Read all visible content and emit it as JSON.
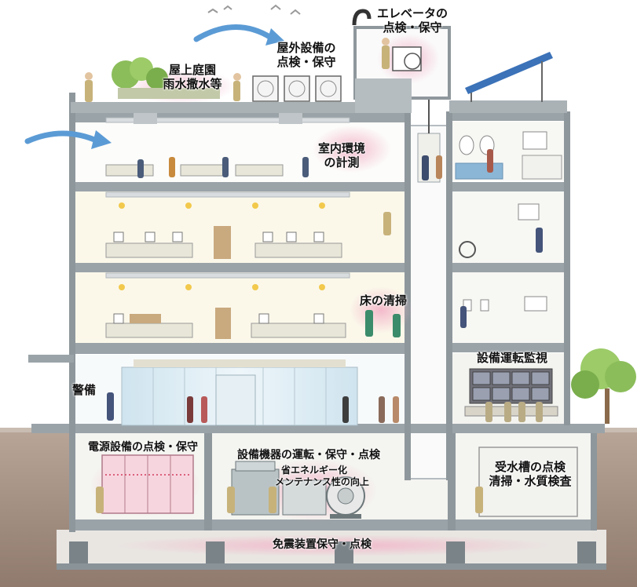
{
  "labels": {
    "elevator": {
      "line1": "エレベータの",
      "line2": "点検・保守"
    },
    "outdoor_equipment": {
      "line1": "屋外設備の",
      "line2": "点検・保守"
    },
    "rooftop_garden": {
      "line1": "屋上庭園",
      "line2": "雨水撒水等"
    },
    "indoor_environment": {
      "line1": "室内環境",
      "line2": "の計測"
    },
    "floor_cleaning": "床の清掃",
    "security": "警備",
    "equipment_monitoring": "設備運転監視",
    "power_equipment": "電源設備の点検・保守",
    "equipment_operation": "設備機器の運転・保守・点検",
    "energy_saving": "省エネルギー化",
    "maintainability": "メンテナンス性の向上",
    "water_tank": {
      "line1": "受水槽の点検",
      "line2": "清掃・水質検査"
    },
    "seismic_isolation": "免震装置保守・点検"
  },
  "colors": {
    "structure": "#9aa3a8",
    "structure_dark": "#6f787d",
    "ground": "#a89488",
    "highlight": "#f5c6d4",
    "wind_arrow": "#5b9bd5",
    "floor_bg": "#fafaf4",
    "glass": "#d6e8f2"
  }
}
